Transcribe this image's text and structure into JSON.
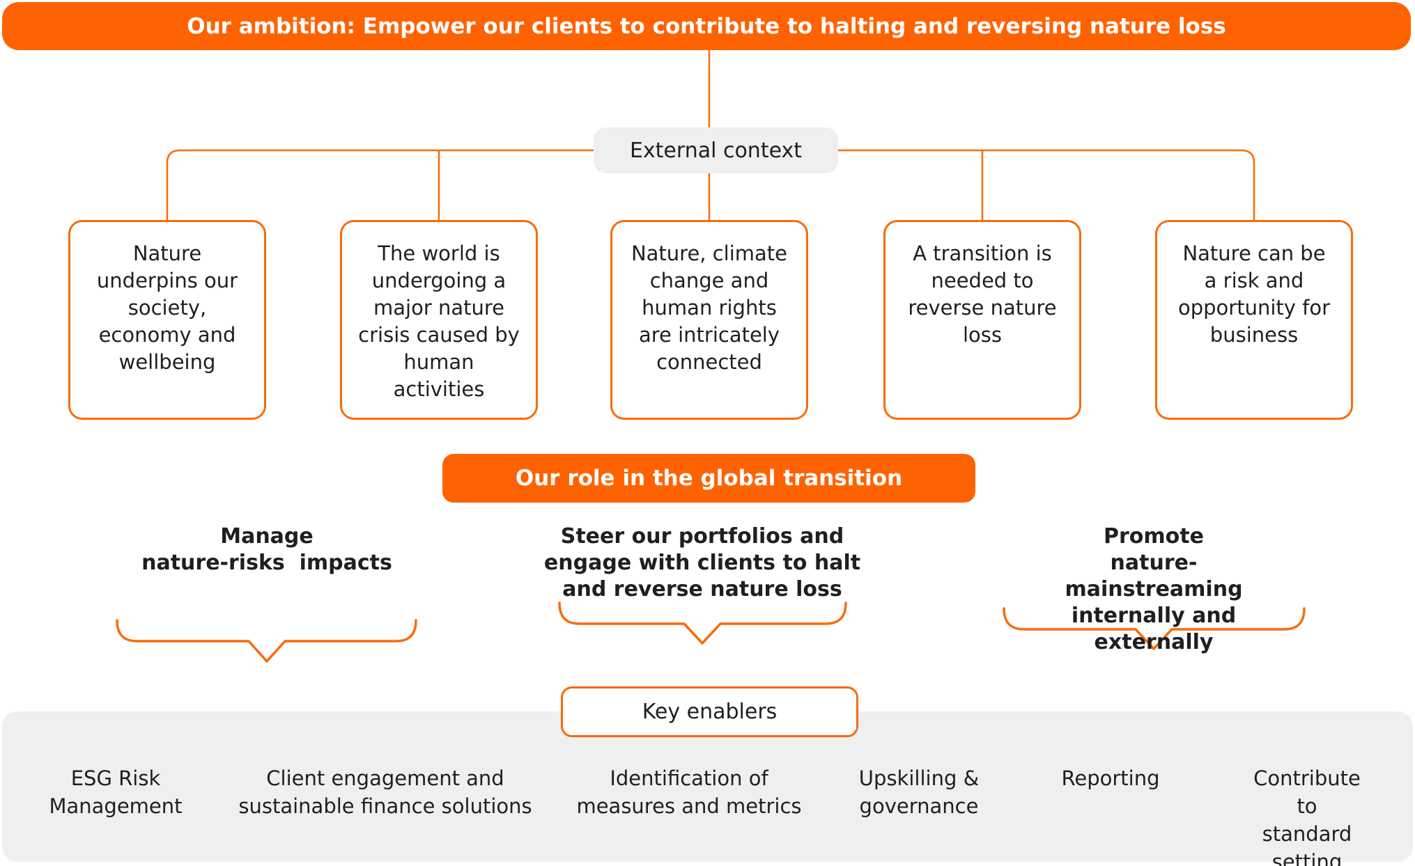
{
  "ambition_banner": {
    "label": "Our ambition: Empower our clients to contribute to halting and reversing nature loss"
  },
  "external_context": {
    "label": "External context"
  },
  "context_boxes": [
    {
      "text": "Nature\nunderpins our\nsociety,\neconomy and\nwellbeing"
    },
    {
      "text": "The world is\nundergoing a\nmajor nature\ncrisis caused by\nhuman\nactivities"
    },
    {
      "text": "Nature, climate\nchange and\nhuman rights\nare intricately\nconnected"
    },
    {
      "text": "A transition is\nneeded to\nreverse nature\nloss"
    },
    {
      "text": "Nature can be\na risk and\nopportunity for\nbusiness"
    }
  ],
  "role_banner": {
    "label": "Our role in the global transition"
  },
  "roles": [
    {
      "text": "Manage\nnature-risks  impacts"
    },
    {
      "text": "Steer our portfolios and\nengage with clients to halt\nand reverse nature loss"
    },
    {
      "text": "Promote\nnature-mainstreaming\ninternally and externally"
    }
  ],
  "key_enablers": {
    "label": "Key enablers",
    "items": [
      {
        "text": "ESG Risk\nManagement"
      },
      {
        "text": "Client engagement and\nsustainable finance solutions"
      },
      {
        "text": "Identification of\nmeasures and metrics"
      },
      {
        "text": "Upskilling &\ngovernance"
      },
      {
        "text": "Reporting"
      },
      {
        "text": "Contribute to\nstandard setting"
      }
    ]
  },
  "colors": {
    "orange": "#FF6200",
    "line_orange": "#F96B07",
    "panel_gray": "#EFEFEF",
    "text": "#1F1F1F"
  }
}
